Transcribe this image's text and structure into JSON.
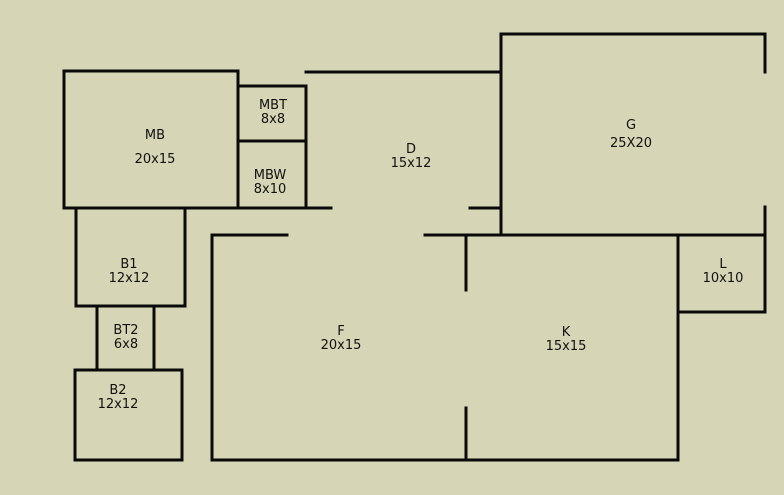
{
  "rooms": {
    "mb": {
      "name": "MB",
      "size": "20x15"
    },
    "mbt": {
      "name": "MBT",
      "size": "8x8"
    },
    "mbw": {
      "name": "MBW",
      "size": "8x10"
    },
    "d": {
      "name": "D",
      "size": "15x12"
    },
    "g": {
      "name": "G",
      "size": "25X20"
    },
    "b1": {
      "name": "B1",
      "size": "12x12"
    },
    "bt2": {
      "name": "BT2",
      "size": "6x8"
    },
    "b2": {
      "name": "B2",
      "size": "12x12"
    },
    "f": {
      "name": "F",
      "size": "20x15"
    },
    "k": {
      "name": "K",
      "size": "15x15"
    },
    "l": {
      "name": "L",
      "size": "10x10"
    }
  }
}
